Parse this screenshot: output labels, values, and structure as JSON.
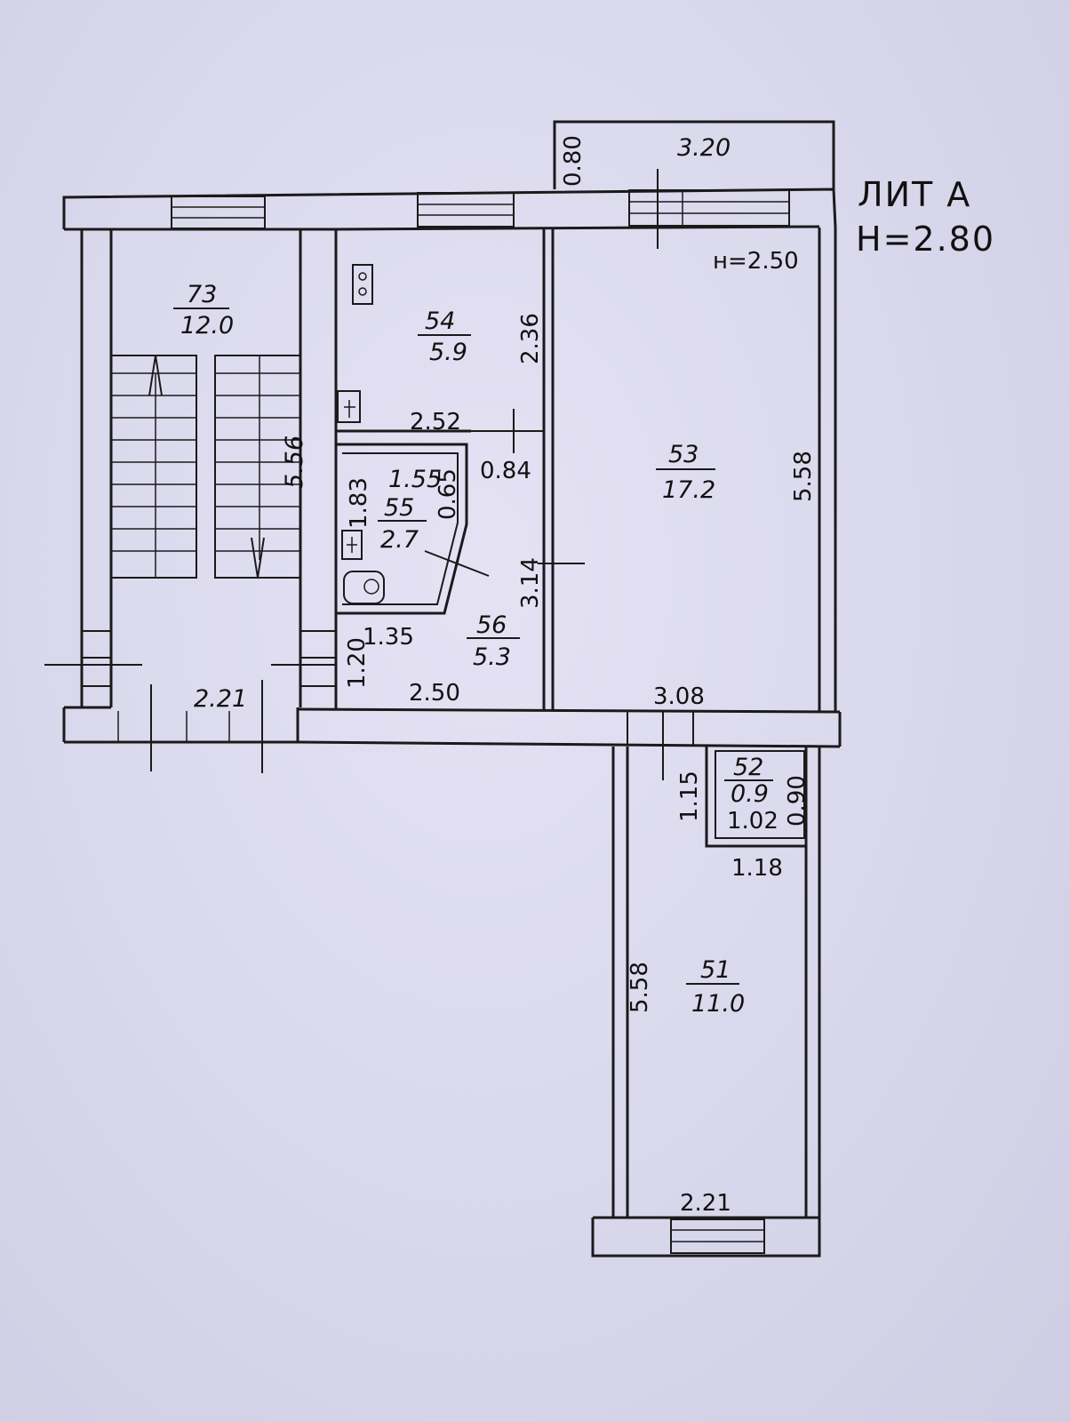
{
  "header": {
    "lit_label": "ЛИТ  А",
    "height_label": "Н=2.80"
  },
  "balcony": {
    "depth": "0.80",
    "width": "3.20"
  },
  "rooms": {
    "r73": {
      "number": "73",
      "area": "12.0",
      "length": "5.56",
      "width": "2.21"
    },
    "r54": {
      "number": "54",
      "area": "5.9",
      "length": "2.36",
      "width": "2.52"
    },
    "r55": {
      "number": "55",
      "area": "2.7",
      "width": "1.55",
      "length": "1.83",
      "extra": "0.65"
    },
    "r56": {
      "number": "56",
      "area": "5.3",
      "width": "2.50",
      "length": "3.14",
      "depth": "1.20",
      "extra": "1.35",
      "gap": "0.84"
    },
    "r53": {
      "number": "53",
      "area": "17.2",
      "length": "5.58",
      "width": "3.08",
      "height": "н=2.50"
    },
    "r52": {
      "number": "52",
      "area": "0.9",
      "width": "1.02",
      "length": "0.90",
      "corridor": "1.15"
    },
    "r51": {
      "number": "51",
      "area": "11.0",
      "length": "5.58",
      "width": "2.21",
      "top_width": "1.18"
    }
  }
}
